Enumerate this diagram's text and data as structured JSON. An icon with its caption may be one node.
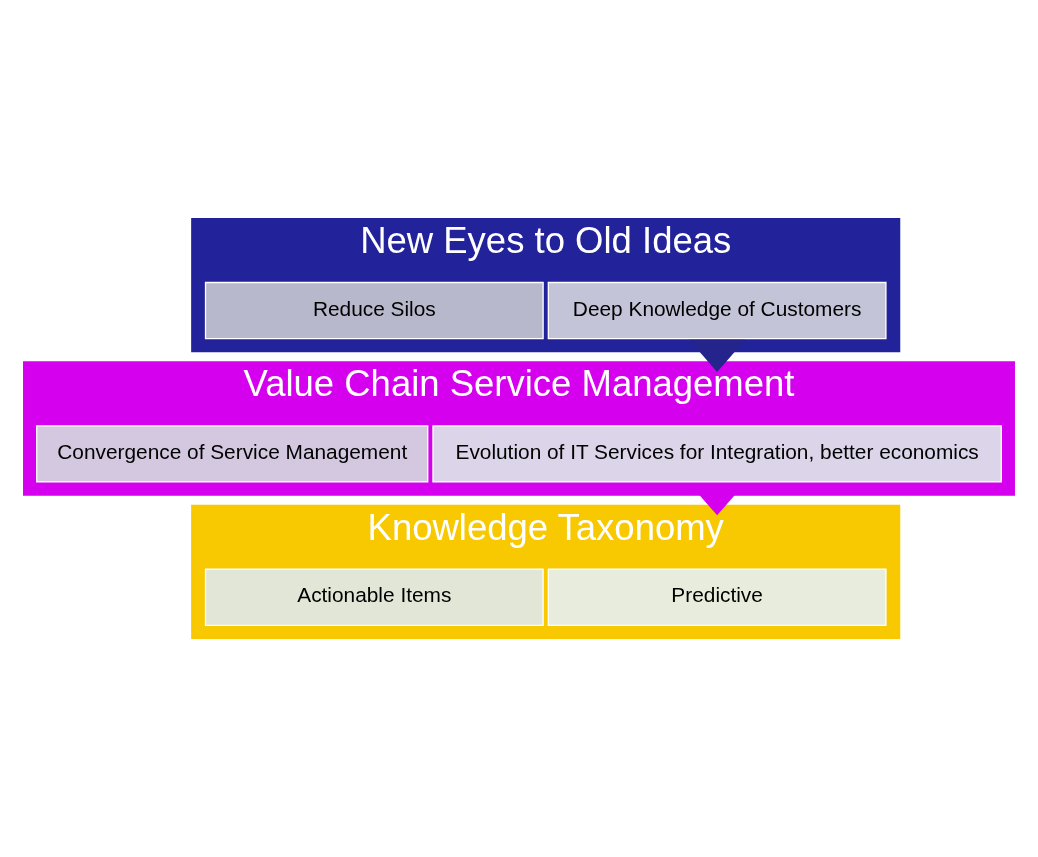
{
  "diagram": {
    "nodes": [
      {
        "text": [
          "New Eyes to Old Ideas"
        ]
      },
      {
        "text": [
          "Deep Knowledge of Customers"
        ],
        "in": 0
      },
      {
        "text": [
          "Reduce Silos"
        ],
        "in": 0
      },
      {
        "text": [
          "Value Chain Service Management"
        ]
      },
      {
        "text": [
          "Evolution of IT Services for Integration, better economics"
        ],
        "in": 3
      },
      {
        "text": [
          "Convergence of Service Management"
        ],
        "in": 3
      },
      {
        "text": [
          "Knowledge Taxonomy"
        ]
      },
      {
        "text": [
          "Predictive"
        ],
        "in": 6
      },
      {
        "text": [
          "Actionable Items"
        ],
        "in": 6
      }
    ],
    "edges": [
      {
        "from": 0,
        "to": 3,
        "arrow": "to",
        "style": "thick",
        "color": "#24248c"
      },
      {
        "from": 3,
        "to": 6,
        "arrow": "to",
        "style": "thick",
        "color": "#d400ee"
      }
    ]
  }
}
